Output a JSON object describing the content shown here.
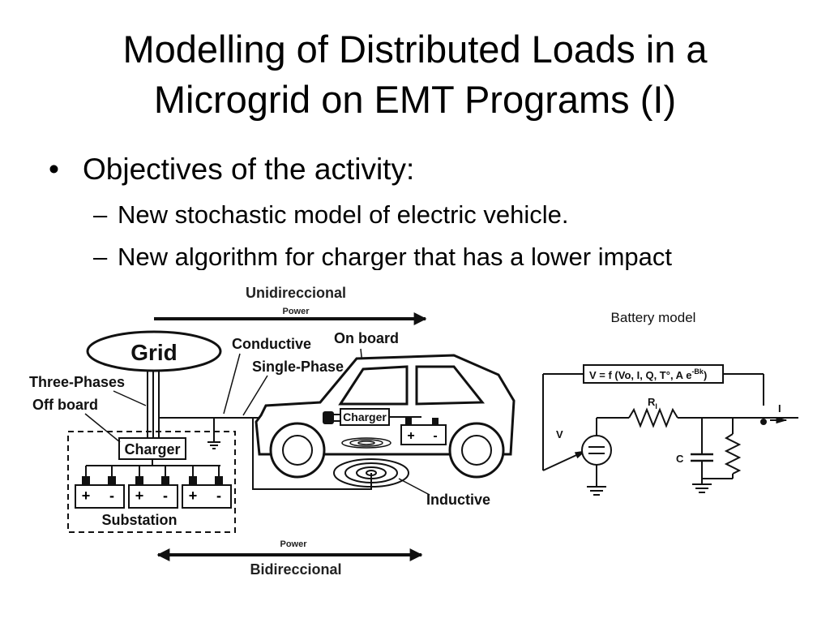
{
  "slide": {
    "title_line1": "Modelling of Distributed Loads in a",
    "title_line2": "Microgrid on EMT Programs (I)",
    "bullet": "Objectives of the activity:",
    "sub_bullets": [
      "New stochastic model of electric vehicle.",
      "New algorithm for charger that has a lower impact"
    ],
    "bullet_mark": "•",
    "dash_mark": "–"
  },
  "diagram": {
    "unidirectional": "Unidireccional",
    "power_top": "Power",
    "grid": "Grid",
    "conductive": "Conductive",
    "on_board": "On board",
    "single_phase": "Single-Phase",
    "three_phases": "Three-Phases",
    "off_board": "Off board",
    "charger_station": "Charger",
    "charger_car": "Charger",
    "substation": "Substation",
    "inductive": "Inductive",
    "power_bottom": "Power",
    "bidirectional": "Bidireccional",
    "plus": "+",
    "minus": "-"
  },
  "battery": {
    "caption": "Battery model",
    "equation": "V = f (Vo, I, Q, T°, A e",
    "exponent": "-Bk",
    "equation_close": ")",
    "r_label": "R",
    "r_sub": "I",
    "c_label": "C",
    "v_label": "V",
    "i_label": "I"
  }
}
